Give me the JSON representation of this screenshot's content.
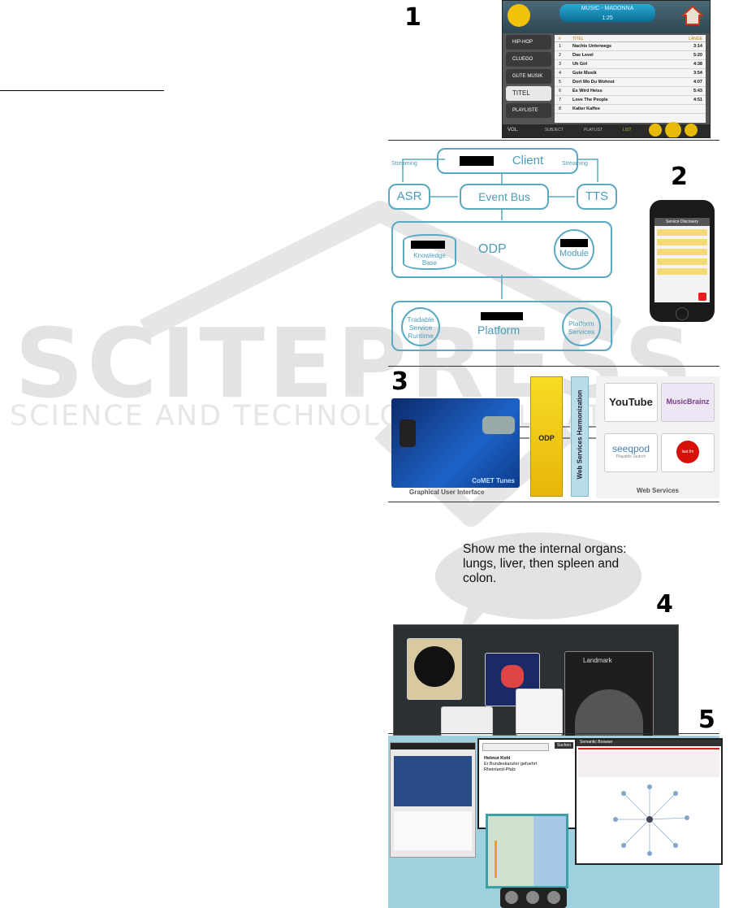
{
  "watermark": {
    "main": "SCITEPRESS",
    "sub": "SCIENCE AND TECHNOLOGY PUBLICATIONS"
  },
  "panel_numbers": [
    "1",
    "2",
    "3",
    "4",
    "5"
  ],
  "panel1": {
    "header_title": "MUSIC - MADONNA",
    "header_time": "1:25",
    "categories": [
      "HIP-HOP",
      "CLUEGO",
      "GUTE MUSIK",
      "TITEL",
      "PLAYLISTE"
    ],
    "col_number": "#",
    "col_title": "TITEL",
    "col_length": "LÄNGE",
    "tracks": [
      {
        "n": "1",
        "title": "Nachts Unterwegs",
        "len": "3:14"
      },
      {
        "n": "2",
        "title": "Das Level",
        "len": "5:20"
      },
      {
        "n": "3",
        "title": "Uh Girl",
        "len": "4:38"
      },
      {
        "n": "4",
        "title": "Gute Musik",
        "len": "3:54"
      },
      {
        "n": "5",
        "title": "Dort Wo Du Wohnst",
        "len": "4:07"
      },
      {
        "n": "6",
        "title": "Es Wird Heiss",
        "len": "5:43"
      },
      {
        "n": "7",
        "title": "Love The People",
        "len": "4:51"
      },
      {
        "n": "8",
        "title": "Kalter Kaffee",
        "len": ""
      }
    ],
    "vol_label": "VOL.",
    "bottom_tabs": [
      "SUBJECT",
      "PLAYLIST",
      "LIST"
    ]
  },
  "panel2": {
    "client": "Client",
    "streaming_left": "Streaming",
    "streaming_right": "Streaming",
    "asr": "ASR",
    "event_bus": "Event Bus",
    "tts": "TTS",
    "odp": "ODP",
    "knowledge_base": "Knowledge Base",
    "module": "Module",
    "tradable": "Tradable Service Runtime",
    "platform": "Platform",
    "platform_services": "Platform Services",
    "phone_header": "Service Discovery"
  },
  "panel3": {
    "gui_label": "Graphical User Interface",
    "comet_tunes": "CoMET Tunes",
    "odp": "ODP",
    "wsh": "Web Services Harmonization",
    "ws_label": "Web Services",
    "services": [
      "YouTube",
      "MusicBrainz",
      "seeqpod",
      "last.fm"
    ],
    "seeqpod_sub": "Playable Search"
  },
  "panel4": {
    "speech": "Show me the internal organs: lungs, liver, then spleen and colon.",
    "landmark": "Landmark"
  },
  "panel5": {
    "search_button": "Suchen",
    "results": [
      "Helmut Kohl",
      "Er Bundeskanzler gefuehrt",
      "Rheinland-Pfalz"
    ],
    "semantic_browser": "Semantic Browser"
  },
  "colors": {
    "diagram_blue": "#59a9c3",
    "odp_yellow": "#f2cc14",
    "bubble_gray": "#e3e3e3"
  }
}
